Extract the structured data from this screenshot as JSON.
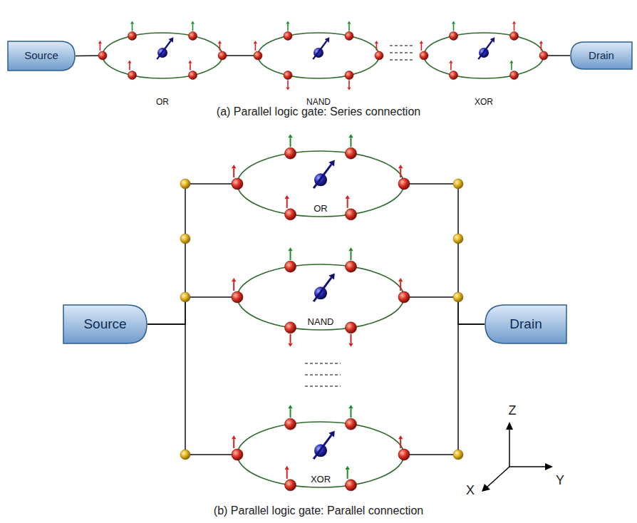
{
  "diagram": {
    "nodes": [
      {
        "text": [
          "Source"
        ]
      },
      {
        "text": [
          "OR"
        ]
      },
      {
        "text": [
          "NAND"
        ]
      },
      {
        "text": [
          "XOR"
        ]
      },
      {
        "text": [
          "Drain"
        ]
      },
      {
        "text": [
          "OR"
        ]
      },
      {
        "text": [
          "NAND"
        ]
      },
      {
        "text": [
          "Source"
        ]
      },
      {
        "text": [
          "Drain"
        ]
      },
      {
        "text": [
          "XOR"
        ]
      }
    ],
    "edges": [
      {
        "from": 0,
        "to": 1,
        "arrow": "none"
      },
      {
        "from": 1,
        "to": 2,
        "arrow": "none"
      },
      {
        "from": 3,
        "to": 4,
        "arrow": "none"
      },
      {
        "from": 7,
        "to": 5,
        "arrow": "none"
      },
      {
        "from": 7,
        "to": 6,
        "arrow": "none"
      },
      {
        "from": 7,
        "to": 9,
        "arrow": "none"
      },
      {
        "from": 5,
        "to": 8,
        "arrow": "none"
      },
      {
        "from": 6,
        "to": 8,
        "arrow": "none"
      },
      {
        "from": 9,
        "to": 8,
        "arrow": "none"
      }
    ],
    "labels": [
      "(a) Parallel logic gate: Series connection",
      "(b) Parallel logic gate: Parallel connection",
      "Z",
      "Y",
      "X"
    ]
  }
}
